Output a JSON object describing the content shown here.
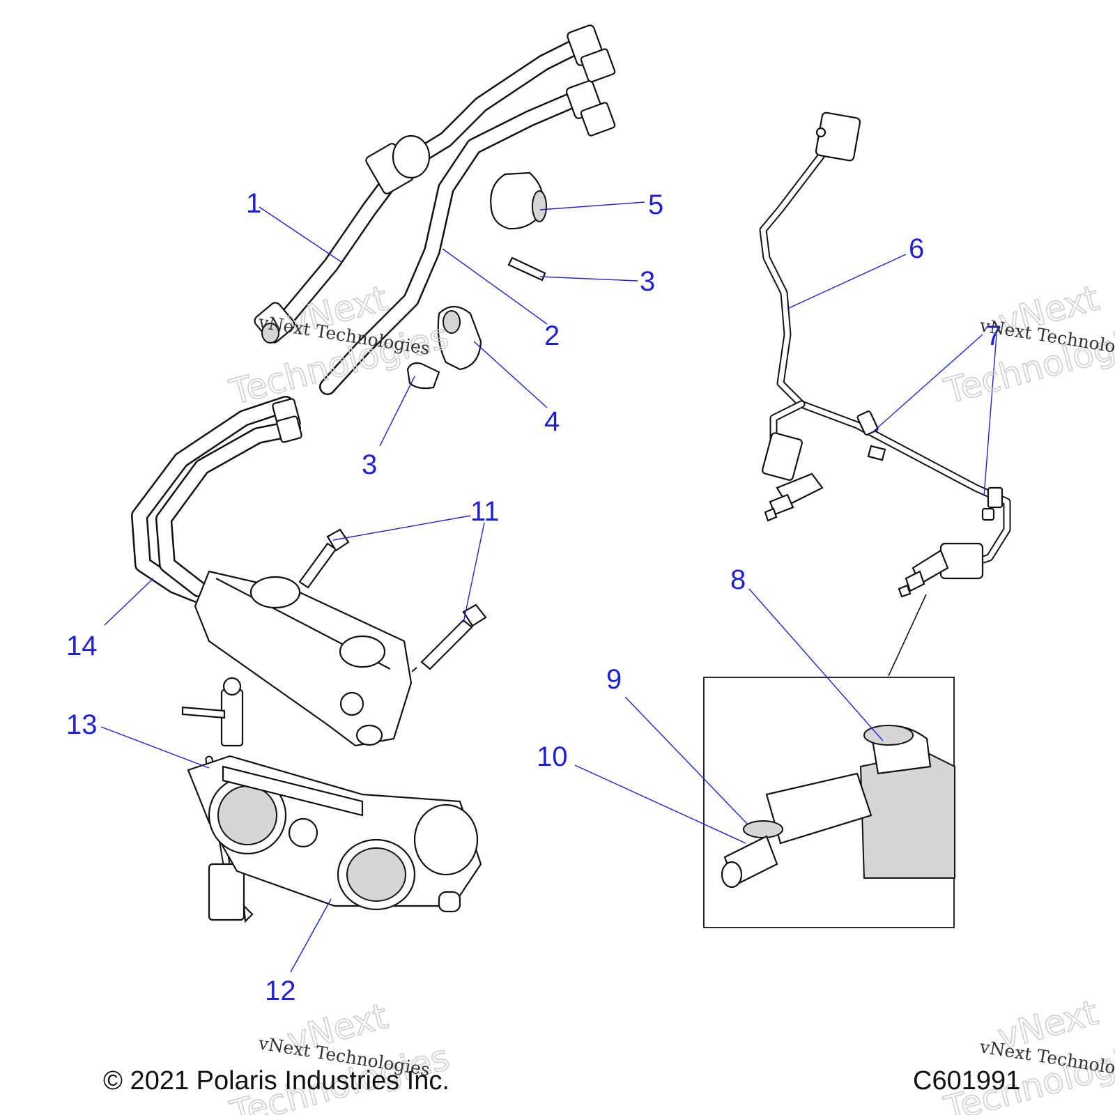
{
  "callouts": {
    "c1": "1",
    "c2": "2",
    "c3a": "3",
    "c3b": "3",
    "c4": "4",
    "c5": "5",
    "c6": "6",
    "c7": "7",
    "c8": "8",
    "c9": "9",
    "c10": "10",
    "c11": "11",
    "c12": "12",
    "c13": "13",
    "c14": "14"
  },
  "footer": {
    "copyright": "© 2021 Polaris Industries Inc.",
    "drawing_number": "C601991"
  },
  "watermark": {
    "line1": "vNext",
    "line2": "Technologies",
    "caption": "vNext Technologies"
  },
  "colors": {
    "callout": "#1f1fd6",
    "line_art": "#111111",
    "watermark": "#cfcfcf"
  }
}
